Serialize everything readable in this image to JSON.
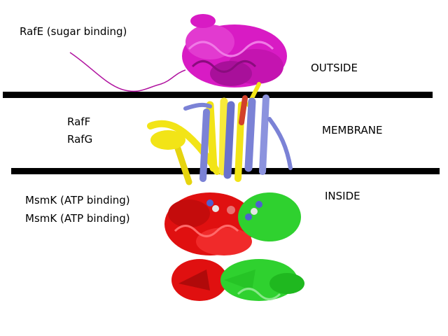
{
  "labels": {
    "rafe": "RafE (sugar binding)",
    "raff": "RafF",
    "rafg": "RafG",
    "msmk_1": "MsmK (ATP binding)",
    "msmk_2": "MsmK (ATP binding)",
    "outside": "OUTSIDE",
    "membrane": "MEMBRANE",
    "inside": "INSIDE"
  },
  "colors": {
    "rafe": "#d81bc4",
    "raff_rafg_blue": "#7b82d6",
    "rafg_yellow": "#f2e417",
    "msmk_red": "#e01010",
    "msmk_green": "#2fd12f",
    "membrane_line": "#000000"
  }
}
